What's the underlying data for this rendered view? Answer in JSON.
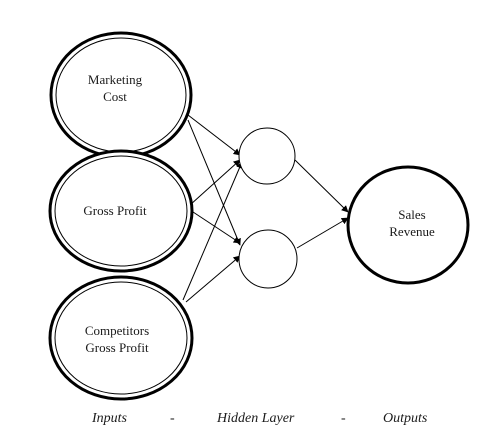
{
  "nodes": {
    "input_marketing": {
      "line1": "Marketing",
      "line2": "Cost"
    },
    "input_gross_profit": {
      "line1": "Gross Profit"
    },
    "input_competitors": {
      "line1": "Competitors",
      "line2": "Gross Profit"
    },
    "output_sales": {
      "line1": "Sales",
      "line2": "Revenue"
    }
  },
  "caption": {
    "inputs": "Inputs",
    "dash1": "-",
    "hidden": "Hidden Layer",
    "dash2": "-",
    "outputs": "Outputs"
  }
}
